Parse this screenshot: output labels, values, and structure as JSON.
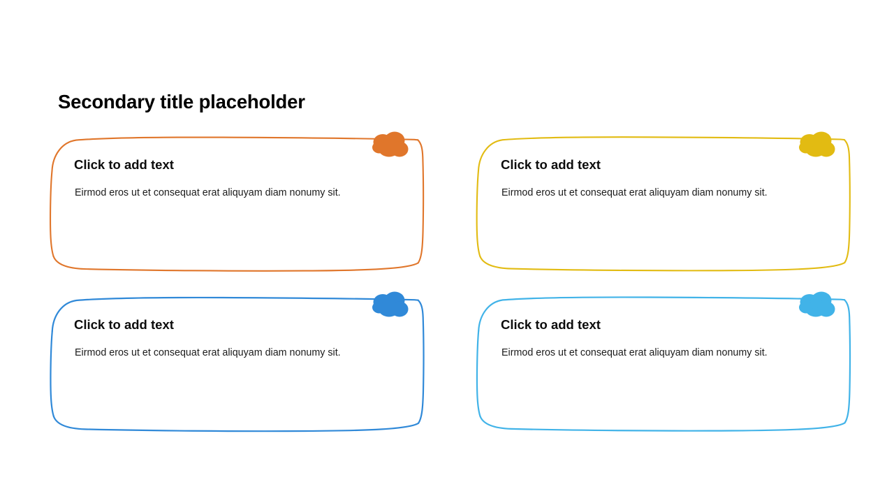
{
  "slide": {
    "background_color": "#ffffff",
    "title": "Secondary title placeholder"
  },
  "cards": [
    {
      "id": "card-1",
      "heading": "Click to add text",
      "description": "Eirmod eros ut et consequat erat aliquyam diam nonumy sit.",
      "accent_color": "#E0762B",
      "blob_color": "#E0762B",
      "position": "top-left"
    },
    {
      "id": "card-2",
      "heading": "Click to add text",
      "description": "Eirmod eros ut et consequat erat aliquyam diam nonumy sit.",
      "accent_color": "#E2BB12",
      "blob_color": "#E2BB12",
      "position": "top-right"
    },
    {
      "id": "card-3",
      "heading": "Click to add text",
      "description": "Eirmod eros ut et consequat erat aliquyam diam nonumy sit.",
      "accent_color": "#3089D8",
      "blob_color": "#3089D8",
      "position": "bottom-left"
    },
    {
      "id": "card-4",
      "heading": "Click to add text",
      "description": "Eirmod eros ut et consequat erat aliquyam diam nonumy sit.",
      "accent_color": "#41B3E8",
      "blob_color": "#41B3E8",
      "position": "bottom-right"
    }
  ],
  "decorations": {
    "blob_icon_name": "cloud-blob-icon",
    "frame_icon_name": "sketch-rounded-frame"
  }
}
